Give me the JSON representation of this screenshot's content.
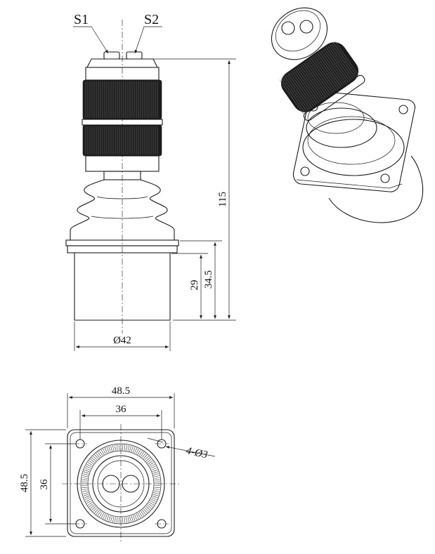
{
  "labels": {
    "switch_1": "S1",
    "switch_2": "S2",
    "height_total": "115",
    "height_body": "34.5",
    "height_base": "29",
    "diameter_body": "Ø42",
    "flange_width": "48.5",
    "hole_spacing_x": "36",
    "flange_height": "48.5",
    "hole_spacing_y": "36",
    "holes_note": "4-Ø3"
  },
  "colors": {
    "line": "#1a1a1a",
    "grip_knurl": "#1c1c1c",
    "background": "#ffffff"
  }
}
